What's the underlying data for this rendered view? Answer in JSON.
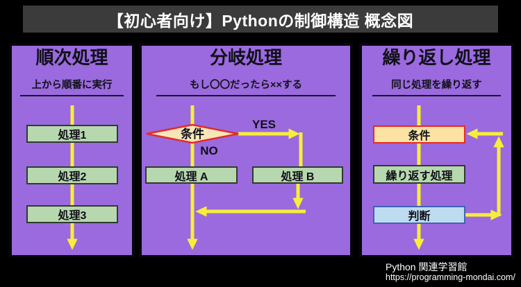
{
  "title": "【初心者向け】Pythonの制御構造 概念図",
  "panels": {
    "sequential": {
      "title": "順次処理",
      "subtitle": "上から順番に実行",
      "steps": [
        "処理1",
        "処理2",
        "処理3"
      ]
    },
    "branch": {
      "title": "分岐処理",
      "subtitle": "もし〇〇だったら××する",
      "condition_label": "条件",
      "yes_label": "YES",
      "no_label": "NO",
      "process_a": "処理 A",
      "process_b": "処理 B"
    },
    "loop": {
      "title": "繰り返し処理",
      "subtitle": "同じ処理を繰り返す",
      "condition_label": "条件",
      "body_label": "繰り返す処理",
      "decision_label": "判断"
    }
  },
  "footer": {
    "site_name": "Python 関連学習館",
    "url": "https://programming-mondai.com/"
  },
  "colors": {
    "background": "#000000",
    "title_bar_bg": "#3b3b3b",
    "title_text": "#ffffff",
    "panel_bg": "#9a6ade",
    "panel_border": "#06060e",
    "arrow": "#f8ee3a",
    "process_fill": "#b7d8ae",
    "process_border": "#2f3a2f",
    "condition_fill": "#f9e6b8",
    "condition_border": "#e32a2a",
    "loop_condition_fill": "#fce3a4",
    "decision_fill": "#bddcf0",
    "decision_border": "#3e62b5",
    "text_dark": "#101018"
  }
}
